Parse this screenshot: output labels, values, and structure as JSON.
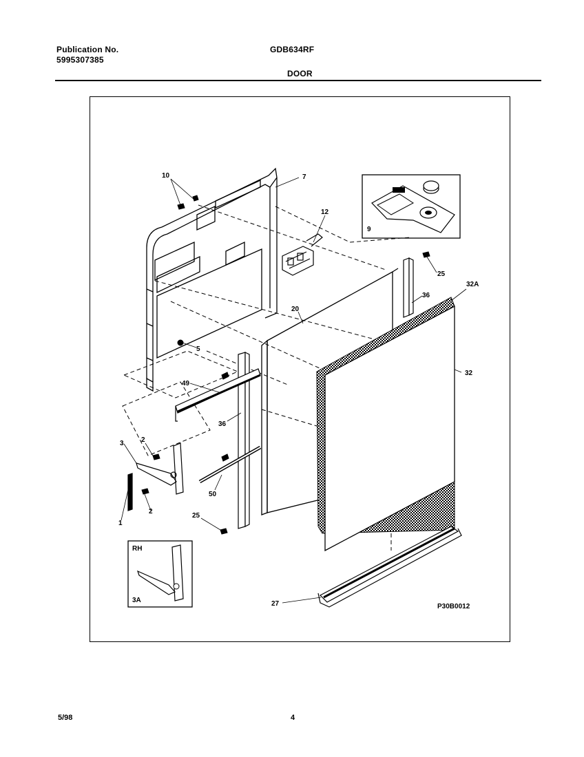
{
  "header": {
    "publication_label": "Publication No.",
    "publication_number": "5995307385",
    "model": "GDB634RF",
    "section": "DOOR"
  },
  "diagram": {
    "part_labels": [
      "10",
      "7",
      "12",
      "9",
      "25",
      "32A",
      "36",
      "20",
      "32",
      "5",
      "49",
      "36",
      "2",
      "3",
      "50",
      "2",
      "1",
      "25",
      "RH",
      "3A",
      "27"
    ],
    "drawing_code": "P30B0012"
  },
  "footer": {
    "date": "5/98",
    "page": "4"
  }
}
